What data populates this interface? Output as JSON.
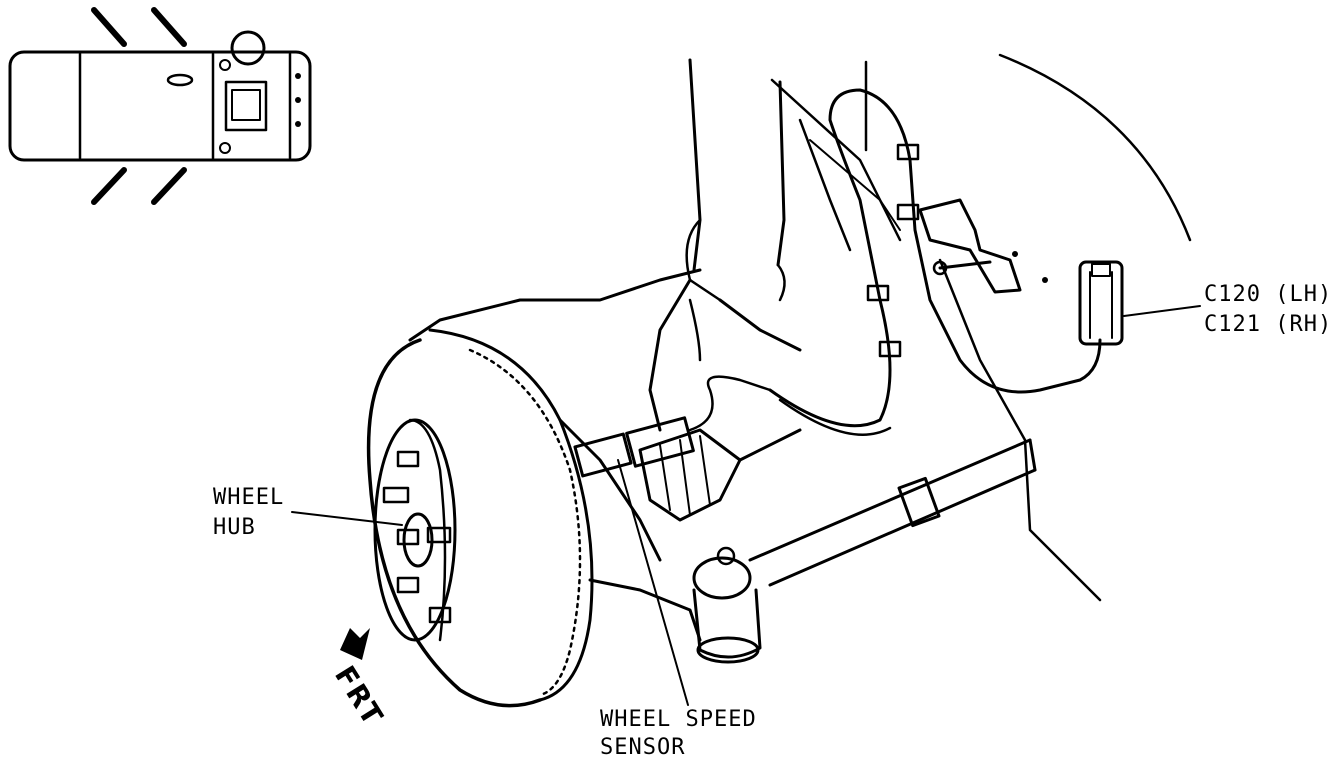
{
  "labels": {
    "wheel_hub_line1": "WHEEL",
    "wheel_hub_line2": "HUB",
    "c120": "C120 (LH)",
    "c121": "C121 (RH)",
    "wss_line1": "WHEEL SPEED",
    "wss_line2": "SENSOR",
    "frt": "FRT"
  },
  "icons": {
    "vehicle_locator": "vehicle-top-view-icon",
    "front_direction": "front-arrow-icon"
  }
}
